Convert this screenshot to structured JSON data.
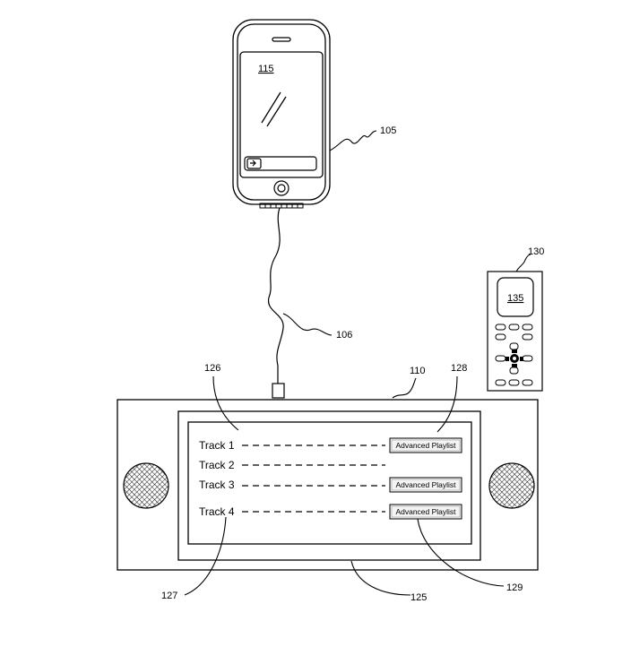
{
  "labels": {
    "phone_screen": "115",
    "phone": "105",
    "cable": "106",
    "dock": "110",
    "remote": "130",
    "remote_screen": "135",
    "display_left": "126",
    "display_right": "128",
    "display_bottom_left": "127",
    "display_bottom": "125",
    "button_ref": "129"
  },
  "tracks": [
    {
      "label": "Track 1",
      "button": "Advanced Playlist"
    },
    {
      "label": "Track 2",
      "button": ""
    },
    {
      "label": "Track 3",
      "button": "Advanced Playlist"
    },
    {
      "label": "Track 4",
      "button": "Advanced Playlist"
    }
  ]
}
